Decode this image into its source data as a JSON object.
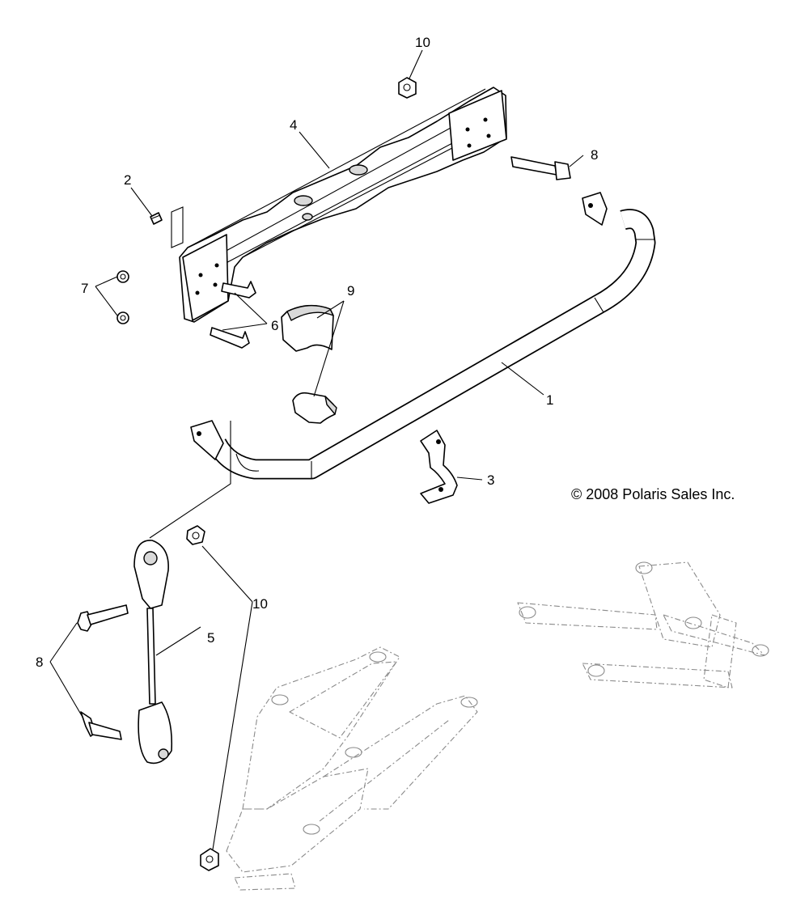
{
  "diagram": {
    "copyright": "© 2008 Polaris Sales Inc.",
    "callouts": {
      "c1": "1",
      "c2": "2",
      "c3": "3",
      "c4": "4",
      "c5": "5",
      "c6": "6",
      "c7": "7",
      "c8_top": "8",
      "c8_left": "8",
      "c9": "9",
      "c10_top": "10",
      "c10_mid": "10"
    }
  }
}
